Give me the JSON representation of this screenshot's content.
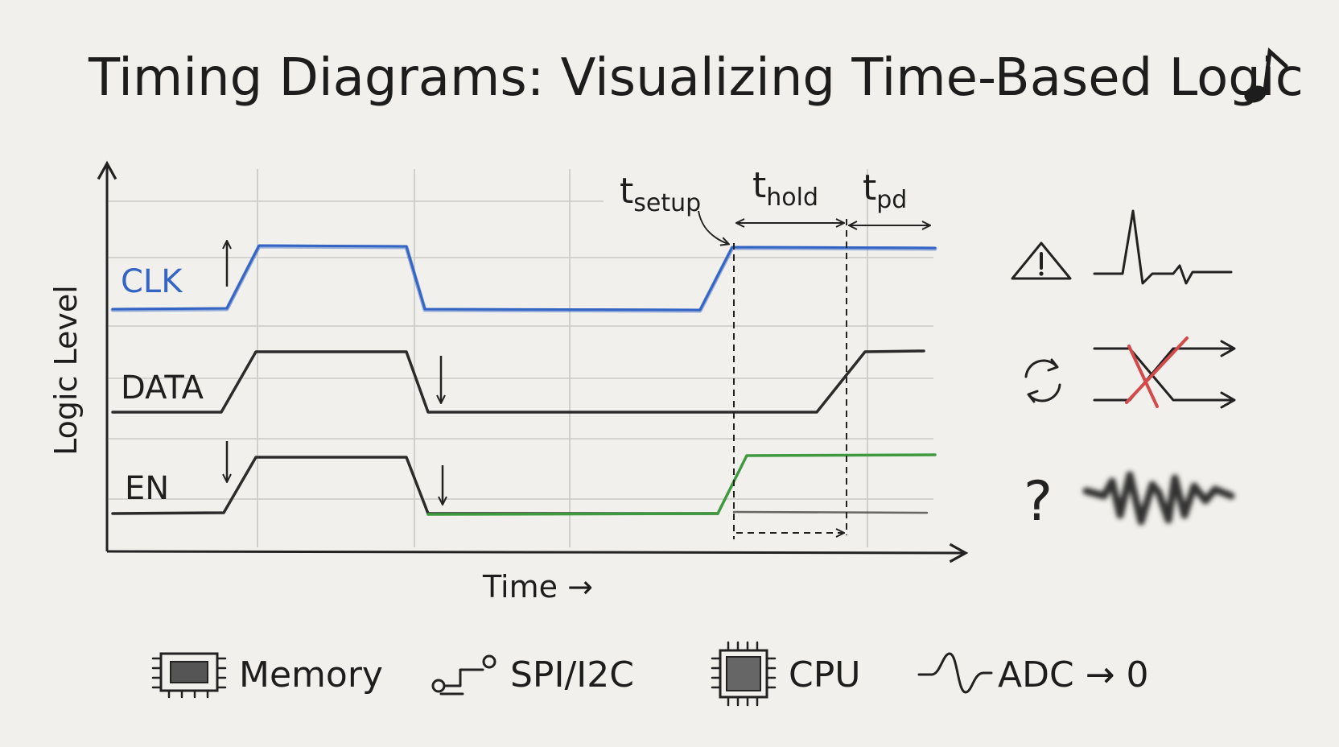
{
  "title": "Timing Diagrams: Visualizing Time-Based Logic",
  "axes": {
    "y_label": "Logic Level",
    "x_label": "Time →"
  },
  "signals": {
    "clk": {
      "label": "CLK",
      "color": "#3565c4"
    },
    "data": {
      "label": "DATA",
      "color": "#2b2b2b"
    },
    "en": {
      "label": "EN",
      "color": "#2b2b2b",
      "late_color": "#3f9a3f"
    }
  },
  "timing": {
    "setup": {
      "t": "t",
      "sub": "setup"
    },
    "hold": {
      "t": "t",
      "sub": "hold"
    },
    "pd": {
      "t": "t",
      "sub": "pd"
    }
  },
  "side_icons": [
    "warning-icon",
    "glitch-pulse-icon",
    "cycle-arrows-icon",
    "crossed-signals-icon",
    "question-icon",
    "noise-wave-icon"
  ],
  "side_text": {
    "question": "?"
  },
  "legend": [
    {
      "icon": "memory-chip-icon",
      "label": "Memory"
    },
    {
      "icon": "bus-connector-icon",
      "label": "SPI/I2C"
    },
    {
      "icon": "cpu-chip-icon",
      "label": "CPU"
    },
    {
      "icon": "analog-wave-icon",
      "label": "ADC → 0"
    }
  ],
  "colors": {
    "accent_blue": "#3565c4",
    "accent_green": "#3f9a3f",
    "accent_red": "#d34a4a",
    "paper": "#f1f0ec"
  }
}
